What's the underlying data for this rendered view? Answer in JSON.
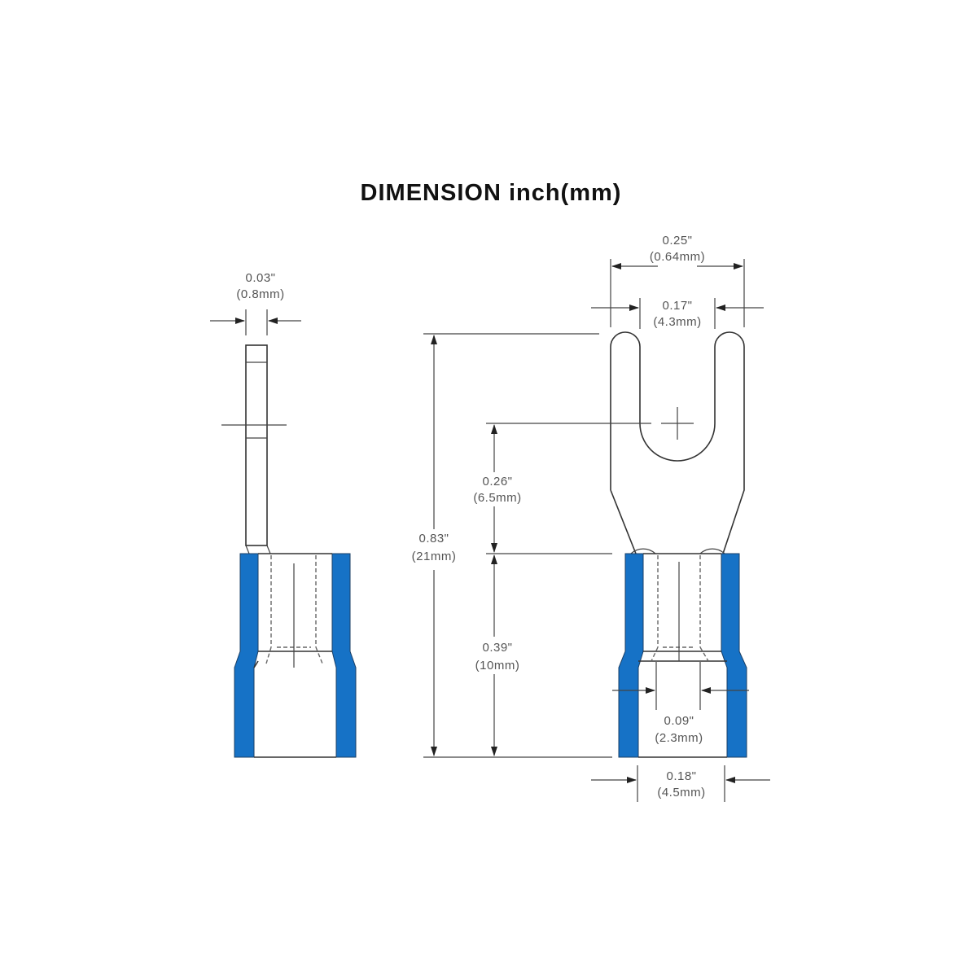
{
  "title": "DIMENSION inch(mm)",
  "colors": {
    "insulation": "#1672c6",
    "line": "#333333"
  },
  "dimensions": {
    "blade_thickness": {
      "inch": "0.03\"",
      "mm": "(0.8mm)"
    },
    "fork_outer_width": {
      "inch": "0.25\"",
      "mm": "(0.64mm)"
    },
    "fork_slot_width": {
      "inch": "0.17\"",
      "mm": "(4.3mm)"
    },
    "total_length": {
      "inch": "0.83\"",
      "mm": "(21mm)"
    },
    "stud_to_sleeve": {
      "inch": "0.26\"",
      "mm": "(6.5mm)"
    },
    "sleeve_length": {
      "inch": "0.39\"",
      "mm": "(10mm)"
    },
    "barrel_inner_diameter": {
      "inch": "0.09\"",
      "mm": "(2.3mm)"
    },
    "sleeve_inner_diameter": {
      "inch": "0.18\"",
      "mm": "(4.5mm)"
    }
  }
}
